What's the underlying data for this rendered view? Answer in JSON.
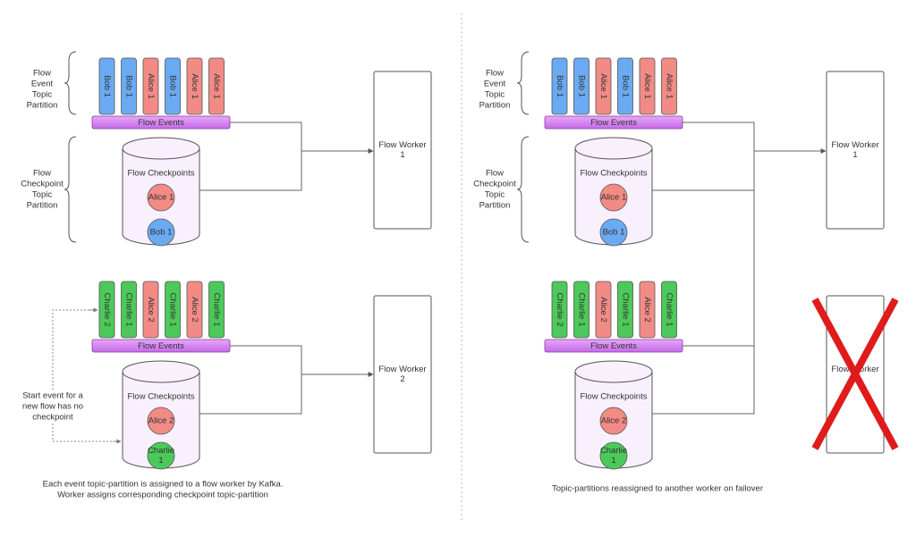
{
  "colors": {
    "blue": "#6aaaf2",
    "red": "#f28b86",
    "green": "#4cc95a",
    "purple_bar": "#d689f2",
    "cylinder_fill": "#f8f0fc",
    "cross": "#e01b1b"
  },
  "left": {
    "group1": {
      "brace_label": [
        "Flow",
        "Event",
        "Topic",
        "Partition"
      ],
      "events": [
        "Bob 1",
        "Bob 1",
        "Alice 1",
        "Bob 1",
        "Alice 1",
        "Alice 1"
      ],
      "event_colors": [
        "blue",
        "blue",
        "red",
        "blue",
        "red",
        "red"
      ],
      "bar_label": "Flow Events",
      "checkpoint_brace_label": [
        "Flow",
        "Checkpoint",
        "Topic",
        "Partition"
      ],
      "cylinder_label": "Flow Checkpoints",
      "circles": [
        {
          "label": [
            "Alice 1"
          ],
          "color": "red"
        },
        {
          "label": [
            "Bob 1"
          ],
          "color": "blue"
        }
      ],
      "worker": [
        "Flow Worker",
        "1"
      ]
    },
    "group2": {
      "events": [
        "Charlie 2",
        "Charlie 1",
        "Alice 2",
        "Charlie 1",
        "Alice 2",
        "Charlie 1"
      ],
      "event_colors": [
        "green",
        "green",
        "red",
        "green",
        "red",
        "green"
      ],
      "bar_label": "Flow Events",
      "cylinder_label": "Flow Checkpoints",
      "circles": [
        {
          "label": [
            "Alice 2"
          ],
          "color": "red"
        },
        {
          "label": [
            "Charlie",
            "1"
          ],
          "color": "green"
        }
      ],
      "worker": [
        "Flow Worker",
        "2"
      ],
      "note": [
        "Start event for a",
        "new flow has no",
        "checkpoint"
      ]
    },
    "caption": [
      "Each event topic-partition is assigned to a flow worker by Kafka.",
      "Worker assigns corresponding checkpoint topic-partition"
    ]
  },
  "right": {
    "group1": {
      "brace_label": [
        "Flow",
        "Event",
        "Topic",
        "Partition"
      ],
      "events": [
        "Bob 1",
        "Bob 1",
        "Alice 1",
        "Bob 1",
        "Alice 1",
        "Alice 1"
      ],
      "event_colors": [
        "blue",
        "blue",
        "red",
        "blue",
        "red",
        "red"
      ],
      "bar_label": "Flow Events",
      "checkpoint_brace_label": [
        "Flow",
        "Checkpoint",
        "Topic",
        "Partition"
      ],
      "cylinder_label": "Flow Checkpoints",
      "circles": [
        {
          "label": [
            "Alice 1"
          ],
          "color": "red"
        },
        {
          "label": [
            "Bob 1"
          ],
          "color": "blue"
        }
      ],
      "worker": [
        "Flow Worker",
        "1"
      ]
    },
    "group2": {
      "events": [
        "Charlie 2",
        "Charlie 1",
        "Alice 2",
        "Charlie 1",
        "Alice 2",
        "Charlie 1"
      ],
      "event_colors": [
        "green",
        "green",
        "red",
        "green",
        "red",
        "green"
      ],
      "bar_label": "Flow Events",
      "cylinder_label": "Flow Checkpoints",
      "circles": [
        {
          "label": [
            "Alice 2"
          ],
          "color": "red"
        },
        {
          "label": [
            "Charlie",
            "1"
          ],
          "color": "green"
        }
      ],
      "worker": [
        "Flow Worker",
        "2"
      ]
    },
    "caption": [
      "Topic-partitions reassigned to another worker on failover"
    ]
  }
}
